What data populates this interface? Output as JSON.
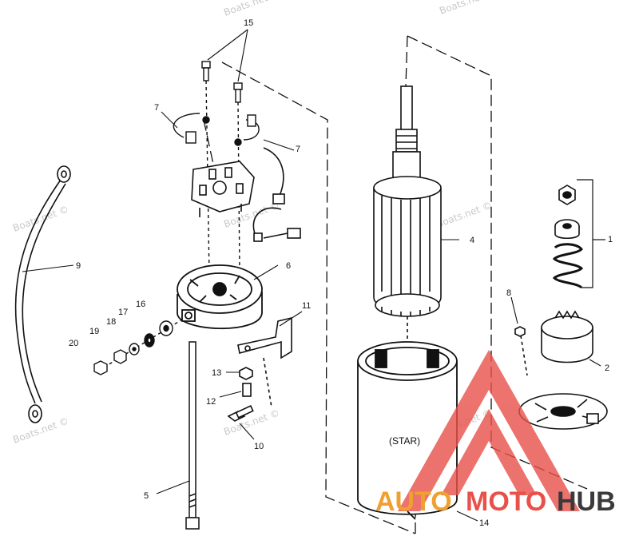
{
  "watermark_text": "Boats.net ©",
  "can_label": "(STAR)",
  "brand": {
    "part1": "AUTO",
    "part2": "MOTO",
    "part3": "HUB"
  },
  "colors": {
    "line": "#111111",
    "watermark": "#c9c9c9",
    "brand_orange": "#f0a030",
    "brand_red": "#e8504a",
    "brand_dark": "#3a3a3a"
  },
  "callouts": [
    {
      "n": "1"
    },
    {
      "n": "2"
    },
    {
      "n": "4"
    },
    {
      "n": "5"
    },
    {
      "n": "6"
    },
    {
      "n": "7"
    },
    {
      "n": "7"
    },
    {
      "n": "8"
    },
    {
      "n": "9"
    },
    {
      "n": "10"
    },
    {
      "n": "11"
    },
    {
      "n": "12"
    },
    {
      "n": "13"
    },
    {
      "n": "14"
    },
    {
      "n": "15"
    },
    {
      "n": "16"
    },
    {
      "n": "17"
    },
    {
      "n": "18"
    },
    {
      "n": "19"
    },
    {
      "n": "20"
    }
  ]
}
